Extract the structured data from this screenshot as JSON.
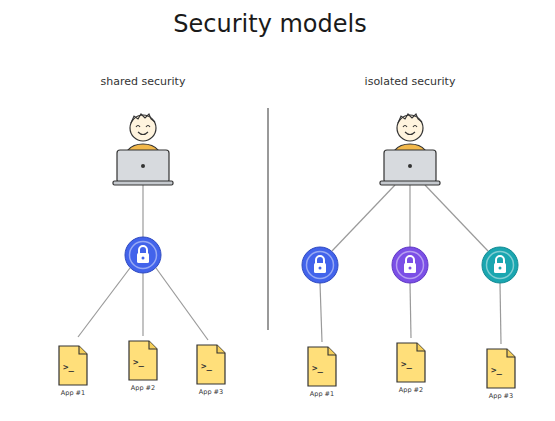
{
  "diagram": {
    "title": "Security models",
    "nodes": [
      {
        "text": [
          ">_",
          "App #1"
        ]
      },
      {
        "text": [
          ">_",
          "App #2"
        ]
      },
      {
        "text": [
          ">_",
          "App #3"
        ]
      },
      {
        "text": [
          ">_",
          "App #1"
        ]
      },
      {
        "text": [
          ">_",
          "App #2"
        ]
      },
      {
        "text": [
          ">_",
          "App #3"
        ]
      }
    ],
    "labels": [
      "shared security",
      "isolated security"
    ]
  }
}
